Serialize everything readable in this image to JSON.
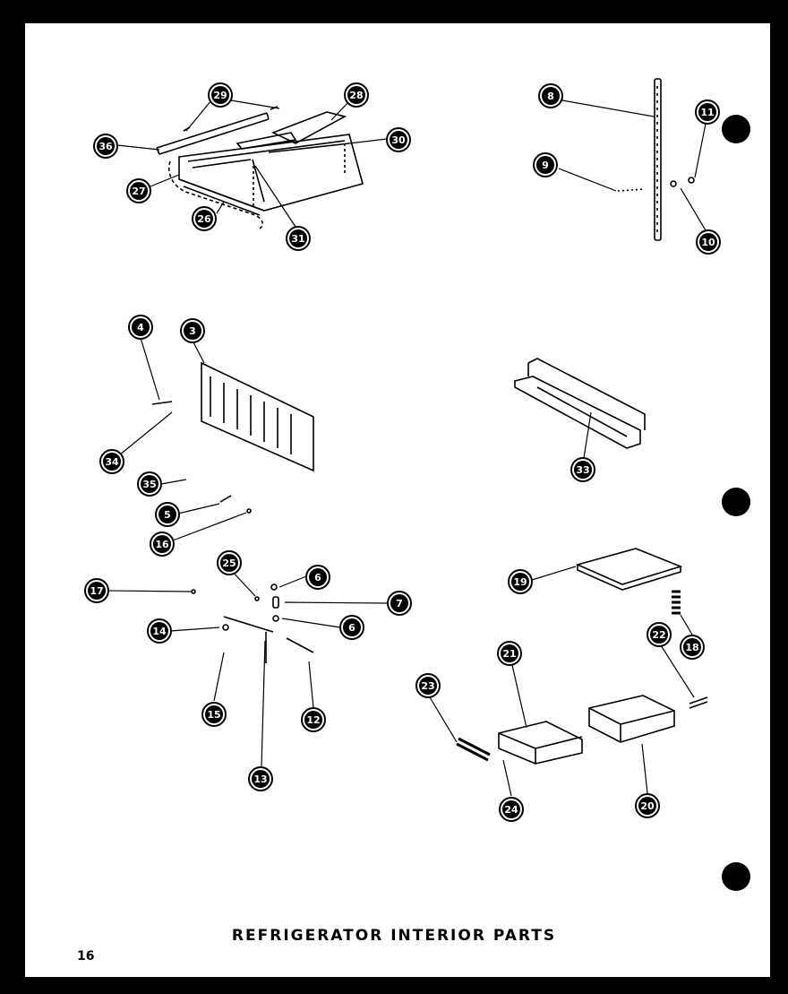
{
  "title": "REFRIGERATOR INTERIOR PARTS",
  "page_number": "16",
  "callouts": [
    "29",
    "28",
    "36",
    "30",
    "27",
    "26",
    "31",
    "8",
    "11",
    "9",
    "10",
    "4",
    "3",
    "34",
    "35",
    "5",
    "16",
    "33",
    "25",
    "6",
    "17",
    "7",
    "14",
    "6",
    "15",
    "13",
    "12",
    "19",
    "18",
    "22",
    "21",
    "23",
    "24",
    "20"
  ]
}
